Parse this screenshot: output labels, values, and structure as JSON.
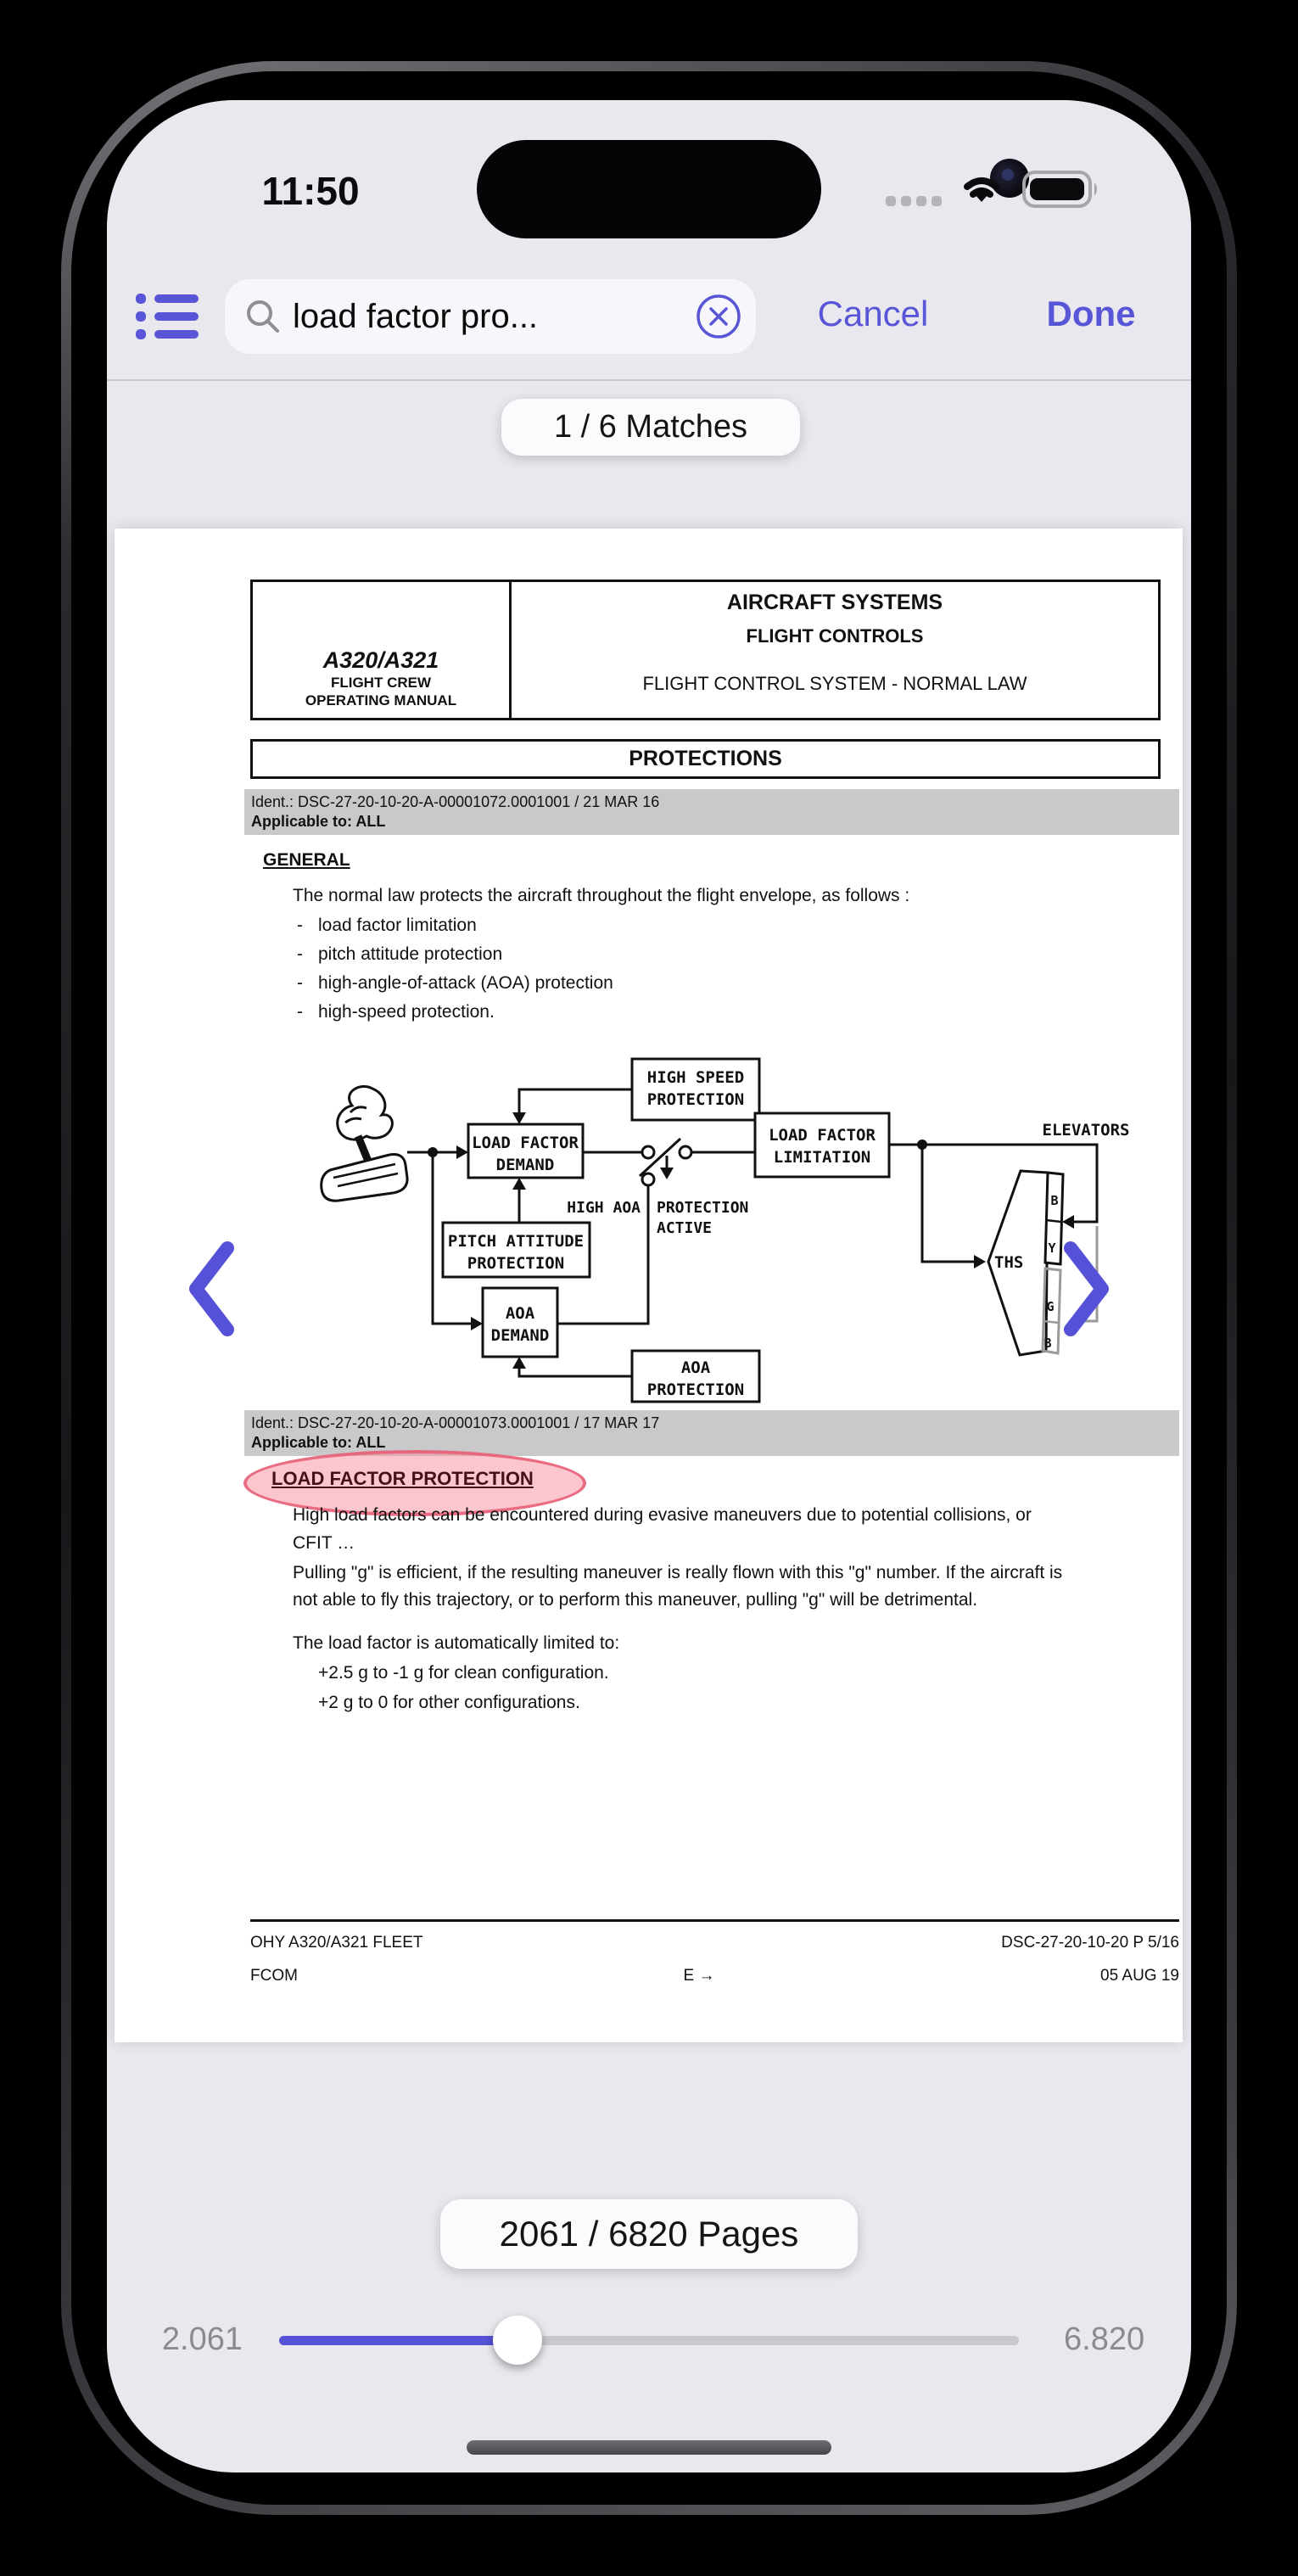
{
  "status_bar": {
    "time": "11:50"
  },
  "toolbar": {
    "search_value": "load factor pro...",
    "cancel_label": "Cancel",
    "done_label": "Done"
  },
  "matches_badge": "1 / 6 Matches",
  "pdf": {
    "header": {
      "model": "A320/A321",
      "left_line2": "FLIGHT CREW",
      "left_line3": "OPERATING MANUAL",
      "right_line1": "AIRCRAFT SYSTEMS",
      "right_line2": "FLIGHT CONTROLS",
      "right_line3": "FLIGHT CONTROL SYSTEM - NORMAL LAW"
    },
    "protections_title": "PROTECTIONS",
    "section1": {
      "ident": "Ident.: DSC-27-20-10-20-A-00001072.0001001 / 21 MAR 16",
      "applicable": "Applicable to: ALL",
      "heading": "GENERAL",
      "intro": "The normal law protects the aircraft throughout the flight envelope, as follows :",
      "dash": "-",
      "bullets": [
        "load factor limitation",
        "pitch attitude protection",
        "high-angle-of-attack (AOA) protection",
        "high-speed protection."
      ]
    },
    "diagram": {
      "high_speed_1": "HIGH SPEED",
      "high_speed_2": "PROTECTION",
      "load_factor_demand_1": "LOAD FACTOR",
      "load_factor_demand_2": "DEMAND",
      "pitch_attitude_1": "PITCH ATTITUDE",
      "pitch_attitude_2": "PROTECTION",
      "aoa_demand_1": "AOA",
      "aoa_demand_2": "DEMAND",
      "aoa_protection_1": "AOA",
      "aoa_protection_2": "PROTECTION",
      "load_factor_limitation_1": "LOAD FACTOR",
      "load_factor_limitation_2": "LIMITATION",
      "high_aoa": "HIGH AOA",
      "protection_active_1": "PROTECTION",
      "protection_active_2": "ACTIVE",
      "elevators": "ELEVATORS",
      "ths": "THS",
      "actuators": [
        "B",
        "Y",
        "G",
        "B"
      ]
    },
    "section2": {
      "ident": "Ident.: DSC-27-20-10-20-A-00001073.0001001 / 17 MAR 17",
      "applicable": "Applicable to: ALL",
      "heading": "LOAD FACTOR PROTECTION",
      "p1a": "High load factors can be encountered during evasive maneuvers due to potential collisions, or",
      "p1b": "CFIT …",
      "p2a": "Pulling \"g\" is efficient, if the resulting maneuver is really flown with this \"g\" number. If the aircraft is",
      "p2b": "not able to fly this trajectory, or to perform this maneuver, pulling \"g\" will be detrimental.",
      "p3": "The load factor is automatically limited to:",
      "limit1": "+2.5 g to -1 g for clean configuration.",
      "limit2": "+2 g to 0 for other configurations."
    },
    "footer": {
      "fleet": "OHY A320/A321 FLEET",
      "manual": "FCOM",
      "center": "E →",
      "doc": "DSC-27-20-10-20 P 5/16",
      "date": "05 AUG 19"
    }
  },
  "pager": {
    "badge": "2061 / 6820 Pages",
    "min_label": "2.061",
    "max_label": "6.820"
  },
  "colors": {
    "accent": "#5856D6",
    "highlight_pink": "#F78D9E",
    "screen_bg": "#E9E8EE"
  }
}
